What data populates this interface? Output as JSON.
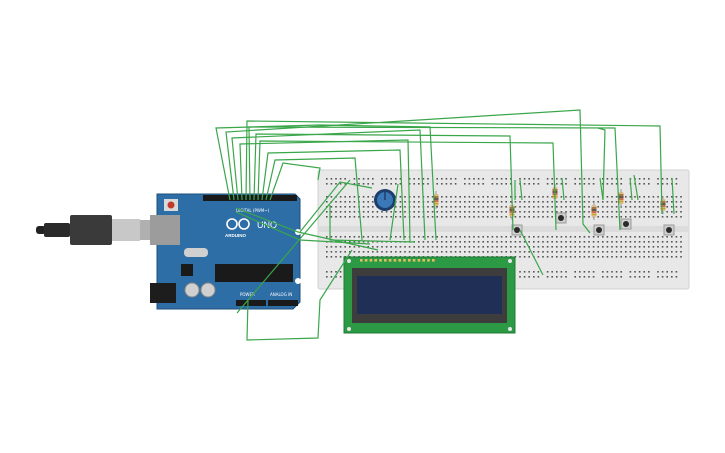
{
  "arduino": {
    "model_label": "UNO",
    "brand_label": "ARDUINO",
    "digital_label": "DIGITAL (PWM~)",
    "power_label": "POWER",
    "analog_label": "ANALOG IN",
    "board_color": "#2e6ea6"
  },
  "lcd": {
    "pcb_color": "#2c9a45",
    "screen_color": "#1f2f55"
  },
  "breadboard": {
    "color": "#e8e8e8"
  },
  "wire_color": "#3aa64a",
  "buttons_count": 5,
  "resistors_count": 6
}
